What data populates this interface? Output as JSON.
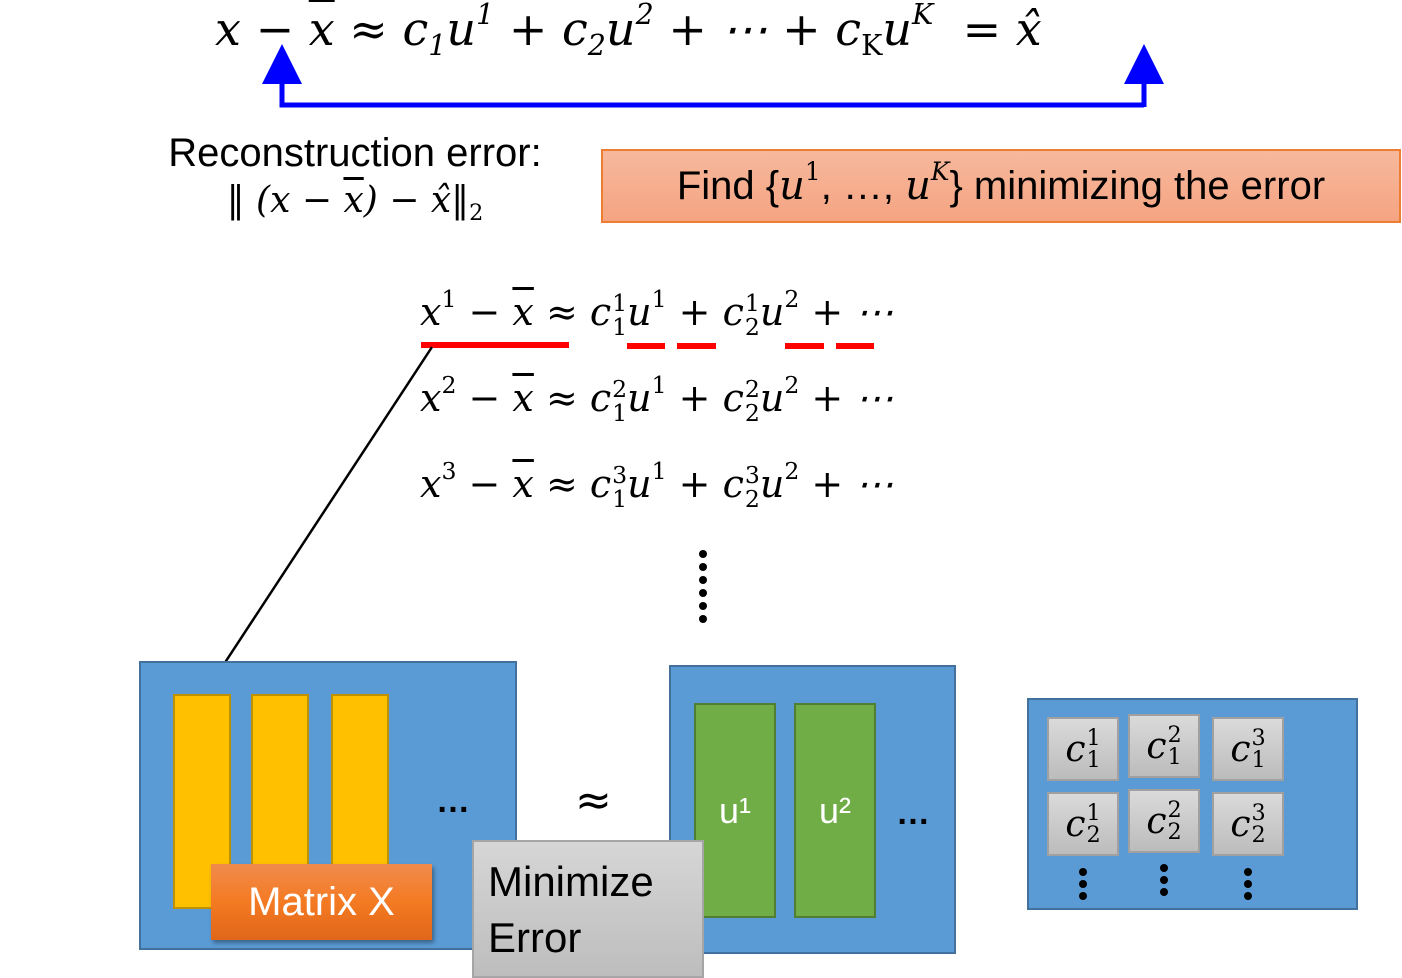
{
  "top_equation": {
    "lhs": "x − x̄ ≈",
    "terms": [
      "c₁u¹",
      "c₂u²",
      "⋯",
      "c_K u^K"
    ],
    "rhs": "= x̂",
    "arrow_annotation": "blue bracket arrow linking x − x̄ and x̂",
    "arrow_color": "#0000ff"
  },
  "reconstruction": {
    "label": "Reconstruction error:",
    "formula": "‖ (x − x̄) − x̂‖₂"
  },
  "goal_box": {
    "text_prefix": "Find {",
    "set": "u¹, …, u^K",
    "text_suffix": "} minimizing the error",
    "fill": "#f5a482",
    "border": "#ed7d31"
  },
  "expansions": [
    {
      "x": "x¹",
      "c1": {
        "sup": "1",
        "sub": "1"
      },
      "c2": {
        "sup": "1",
        "sub": "2"
      },
      "underlined": true
    },
    {
      "x": "x²",
      "c1": {
        "sup": "2",
        "sub": "1"
      },
      "c2": {
        "sup": "2",
        "sub": "2"
      },
      "underlined": false
    },
    {
      "x": "x³",
      "c1": {
        "sup": "3",
        "sub": "1"
      },
      "c2": {
        "sup": "3",
        "sub": "2"
      },
      "underlined": false
    }
  ],
  "underline_color": "#ff0000",
  "matrix_x": {
    "label": "Matrix X",
    "columns": 3,
    "ellipsis": "…"
  },
  "approx": "≈",
  "minimize_box": {
    "line1": "Minimize",
    "line2": "Error"
  },
  "matrix_u": {
    "columns": [
      "u¹",
      "u²"
    ],
    "ellipsis": "…"
  },
  "matrix_c": {
    "rows": [
      [
        {
          "sup": "1",
          "sub": "1"
        },
        {
          "sup": "2",
          "sub": "1"
        },
        {
          "sup": "3",
          "sub": "1"
        }
      ],
      [
        {
          "sup": "1",
          "sub": "2"
        },
        {
          "sup": "2",
          "sub": "2"
        },
        {
          "sup": "3",
          "sub": "2"
        }
      ]
    ]
  },
  "colors": {
    "panel": "#5b9bd5",
    "x_column": "#ffc000",
    "u_column": "#70ad47",
    "label_orange": "#f47a22"
  }
}
